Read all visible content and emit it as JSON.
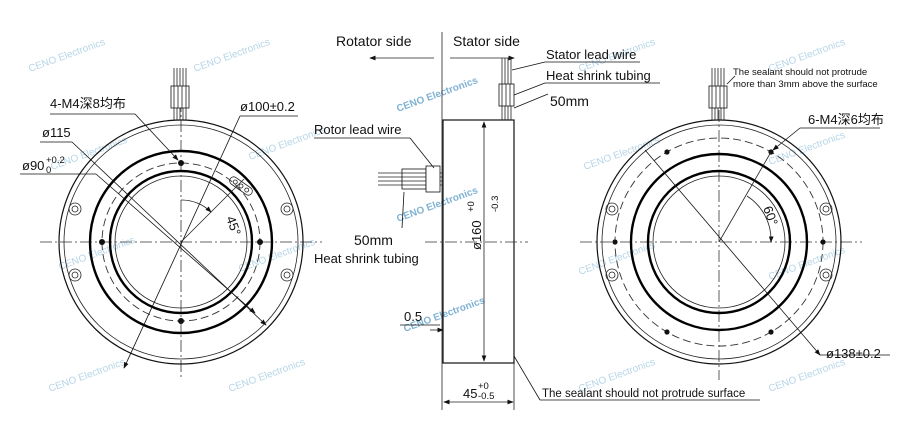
{
  "labels": {
    "rotator_side": "Rotator side",
    "stator_side": "Stator side",
    "stator_lead_wire": "Stator lead wire",
    "heat_shrink_top": "Heat shrink tubing",
    "len_top": "50mm",
    "rotor_lead_wire": "Rotor lead wire",
    "len_bottom": "50mm",
    "heat_shrink_bottom": "Heat shrink tubing",
    "dim_0_5": "0.5",
    "dim_45": "45",
    "dim_45_tol_top": "+0",
    "dim_45_tol_bot": "-0.5",
    "sealant_bottom": "The sealant should not  protrude surface",
    "left_holes": "4-M4深8均布",
    "left_d100": "ø100±0.2",
    "left_d115": "ø115",
    "left_d90": "ø90",
    "left_d90_tol_top": "+0.2",
    "left_d90_tol_bot": "0",
    "left_angle": "45°",
    "side_d160": "ø160",
    "side_d160_tol_top": "+0",
    "side_d160_tol_bot": "-0.3",
    "right_sealant_line1": "The sealant should not protrude",
    "right_sealant_line2": "more than 3mm above the surface",
    "right_holes": "6-M4深6均布",
    "right_angle": "60°",
    "right_d138": "ø138±0.2"
  },
  "watermark": "CENO Electronics",
  "colors": {
    "line": "#111111",
    "watermark": "#9ec7e0",
    "background": "#ffffff"
  }
}
